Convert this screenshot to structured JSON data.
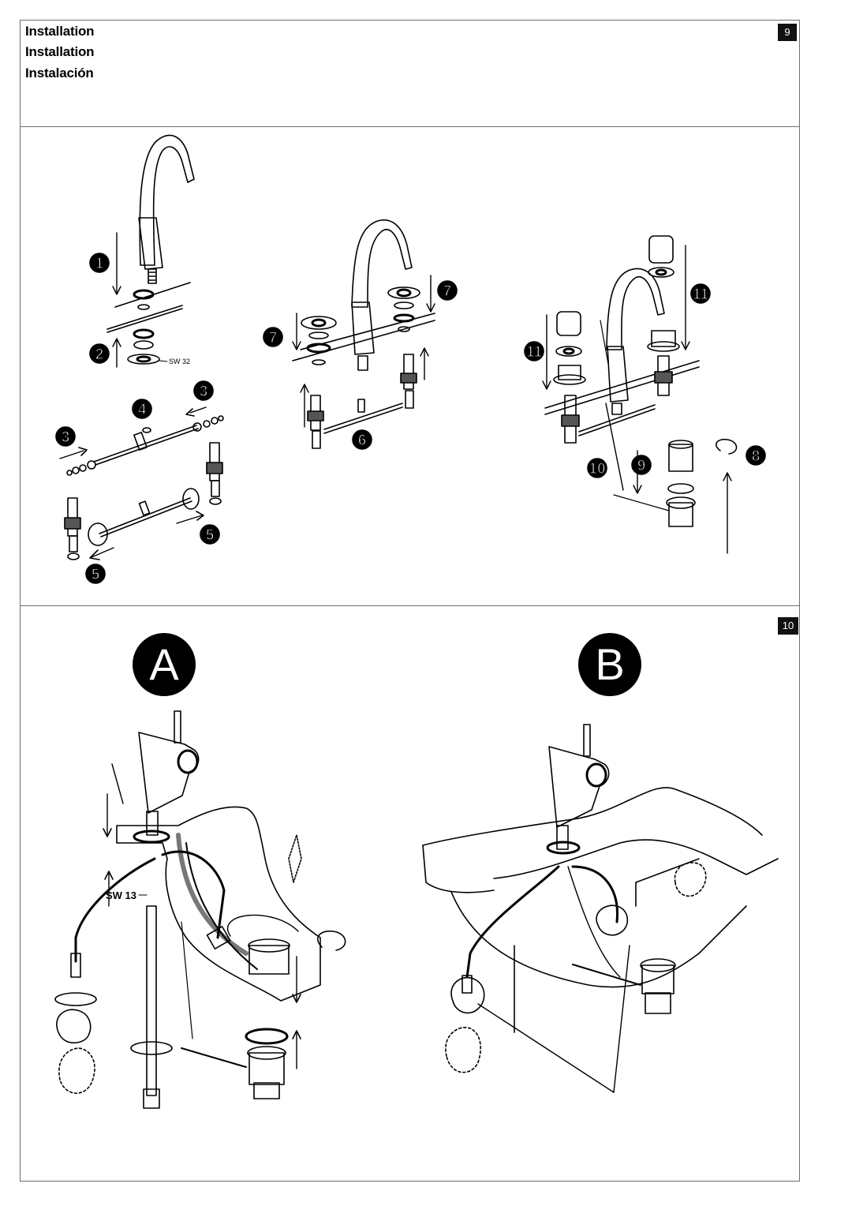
{
  "header": {
    "titles": [
      "Installation",
      "Installation",
      "Instalación"
    ],
    "page_badge_9": "9"
  },
  "panel10": {
    "page_badge_10": "10",
    "label_a": "A",
    "label_b": "B",
    "wrench_label": "SW 13"
  },
  "panel9": {
    "wrench_label": "SW 32",
    "steps": [
      "1",
      "2",
      "3",
      "3",
      "4",
      "5",
      "5",
      "6",
      "7",
      "7",
      "8",
      "9",
      "10",
      "11",
      "11"
    ]
  },
  "colors": {
    "ink": "#000000",
    "frame": "#6e6e6e",
    "paper": "#ffffff"
  },
  "icons": [
    "faucet-illustration",
    "o-ring-icon",
    "arrow-icon",
    "drain-icon",
    "valve-icon",
    "wrench-icon"
  ]
}
